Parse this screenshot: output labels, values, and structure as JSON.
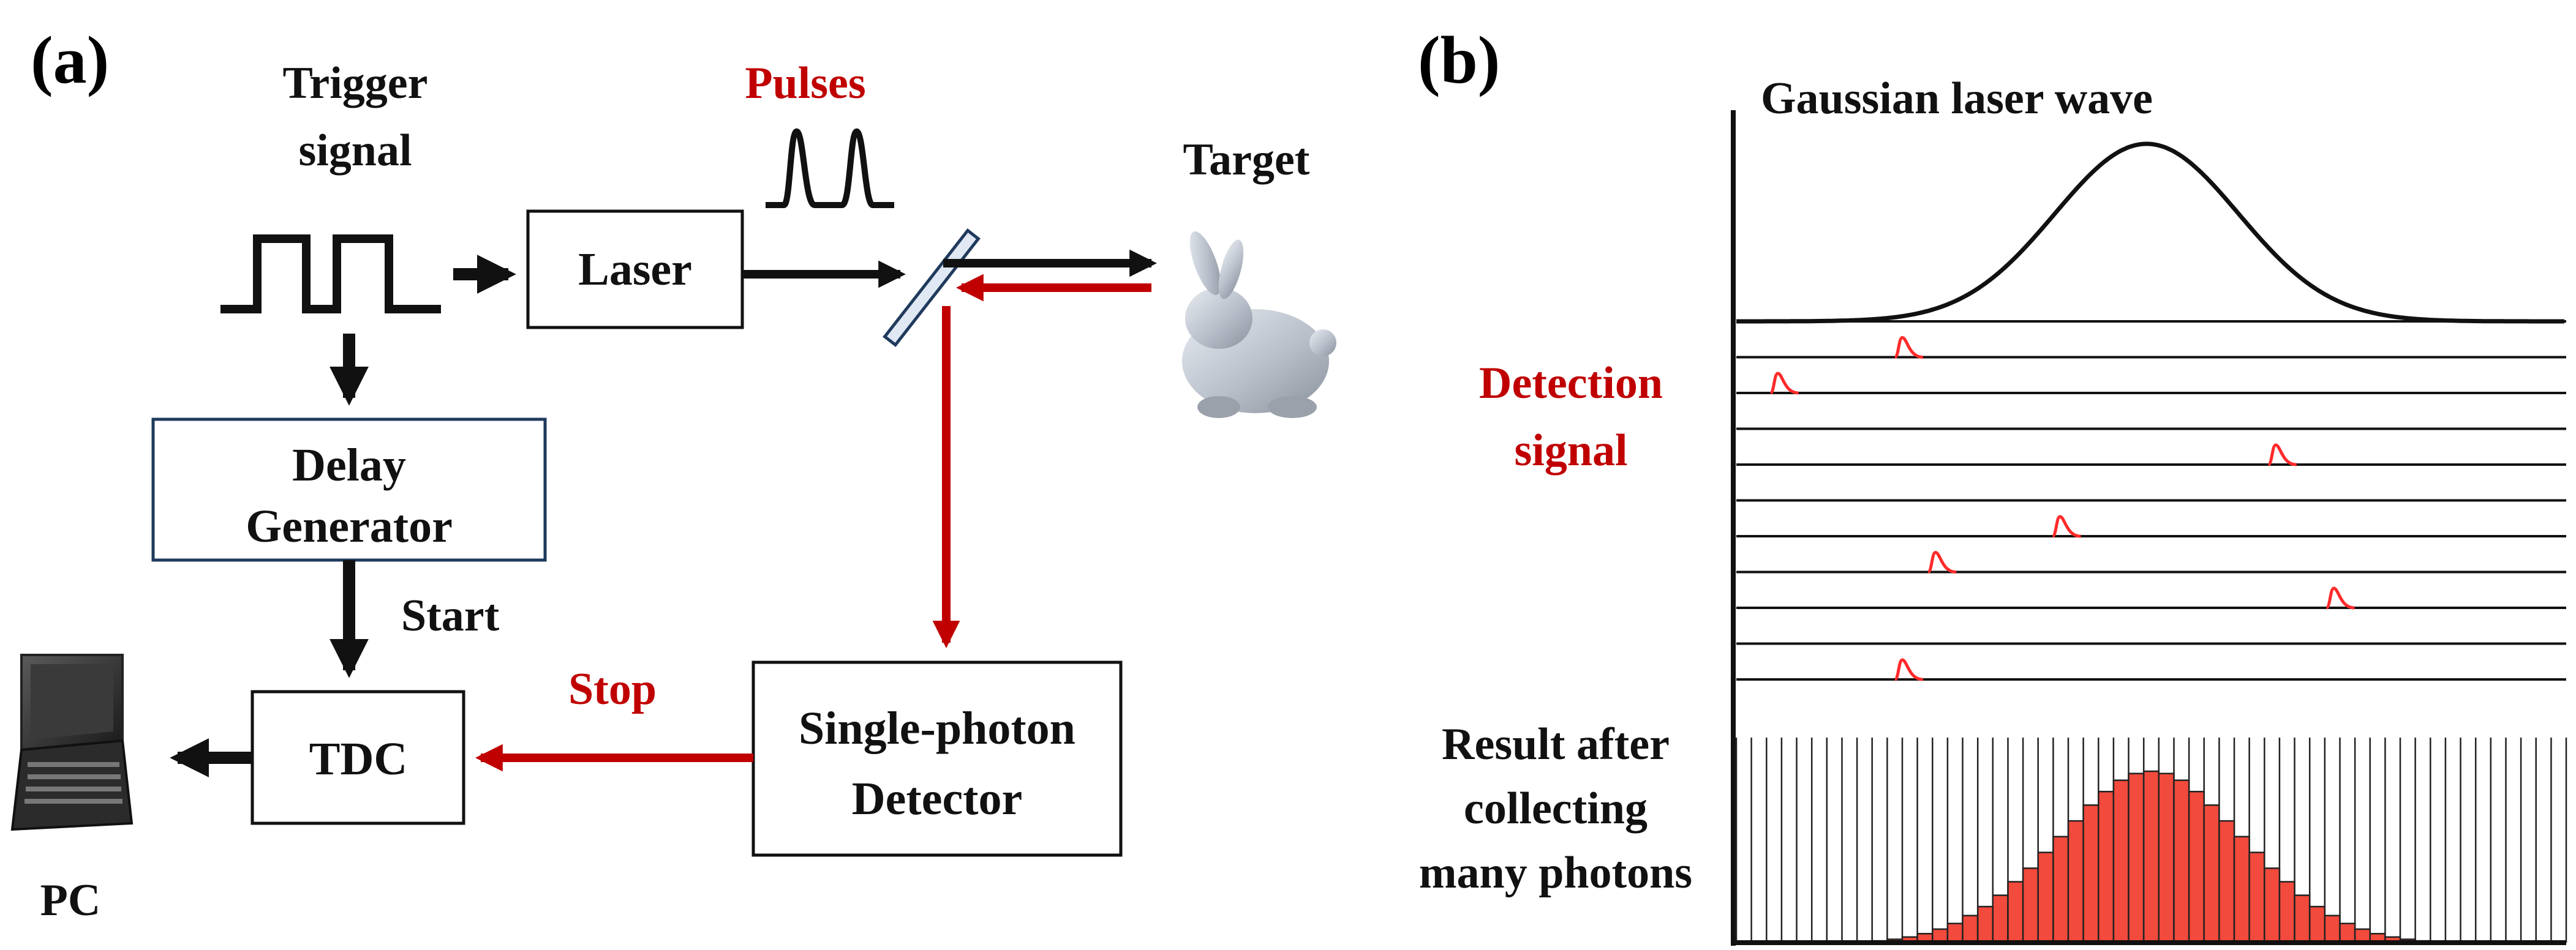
{
  "colors": {
    "black": "#111111",
    "red_arrow": "#c00000",
    "red_text": "#c00000",
    "photon_red": "#ff2a2a",
    "delay_box_border": "#1f3a5c",
    "histogram_fill": "#f24a3c"
  },
  "panel_a": {
    "label": "(a)",
    "trigger_label": [
      "Trigger",
      "signal"
    ],
    "pulses_label": "Pulses",
    "target_label": "Target",
    "laser_box": "Laser",
    "delay_box": [
      "Delay",
      "Generator"
    ],
    "start_label": "Start",
    "stop_label": "Stop",
    "tdc_box": "TDC",
    "detector_box": [
      "Single-photon",
      "Detector"
    ],
    "pc_label": "PC",
    "icons": [
      "pc-icon",
      "bunny-target-icon",
      "beam-splitter-icon"
    ]
  },
  "panel_b": {
    "label": "(b)",
    "gaussian_label": "Gaussian laser wave",
    "detection_label": [
      "Detection",
      "signal"
    ],
    "result_label": [
      "Result after",
      "collecting",
      "many photons"
    ],
    "photon_positions": [
      0.2,
      0.05,
      0.65,
      0.39,
      0.24,
      0.72,
      0.2
    ]
  },
  "chart_data": {
    "type": "bar",
    "values": [
      0.4,
      0.8,
      1.5,
      2.5,
      4,
      6,
      8.5,
      12,
      16,
      21,
      27,
      33,
      40,
      47,
      54,
      61,
      67,
      72,
      75,
      76,
      75,
      72,
      67,
      61,
      54,
      47,
      40,
      33,
      27,
      21,
      16,
      12,
      8.5,
      6,
      4,
      2.5,
      1.5,
      0.8,
      0.4
    ]
  }
}
